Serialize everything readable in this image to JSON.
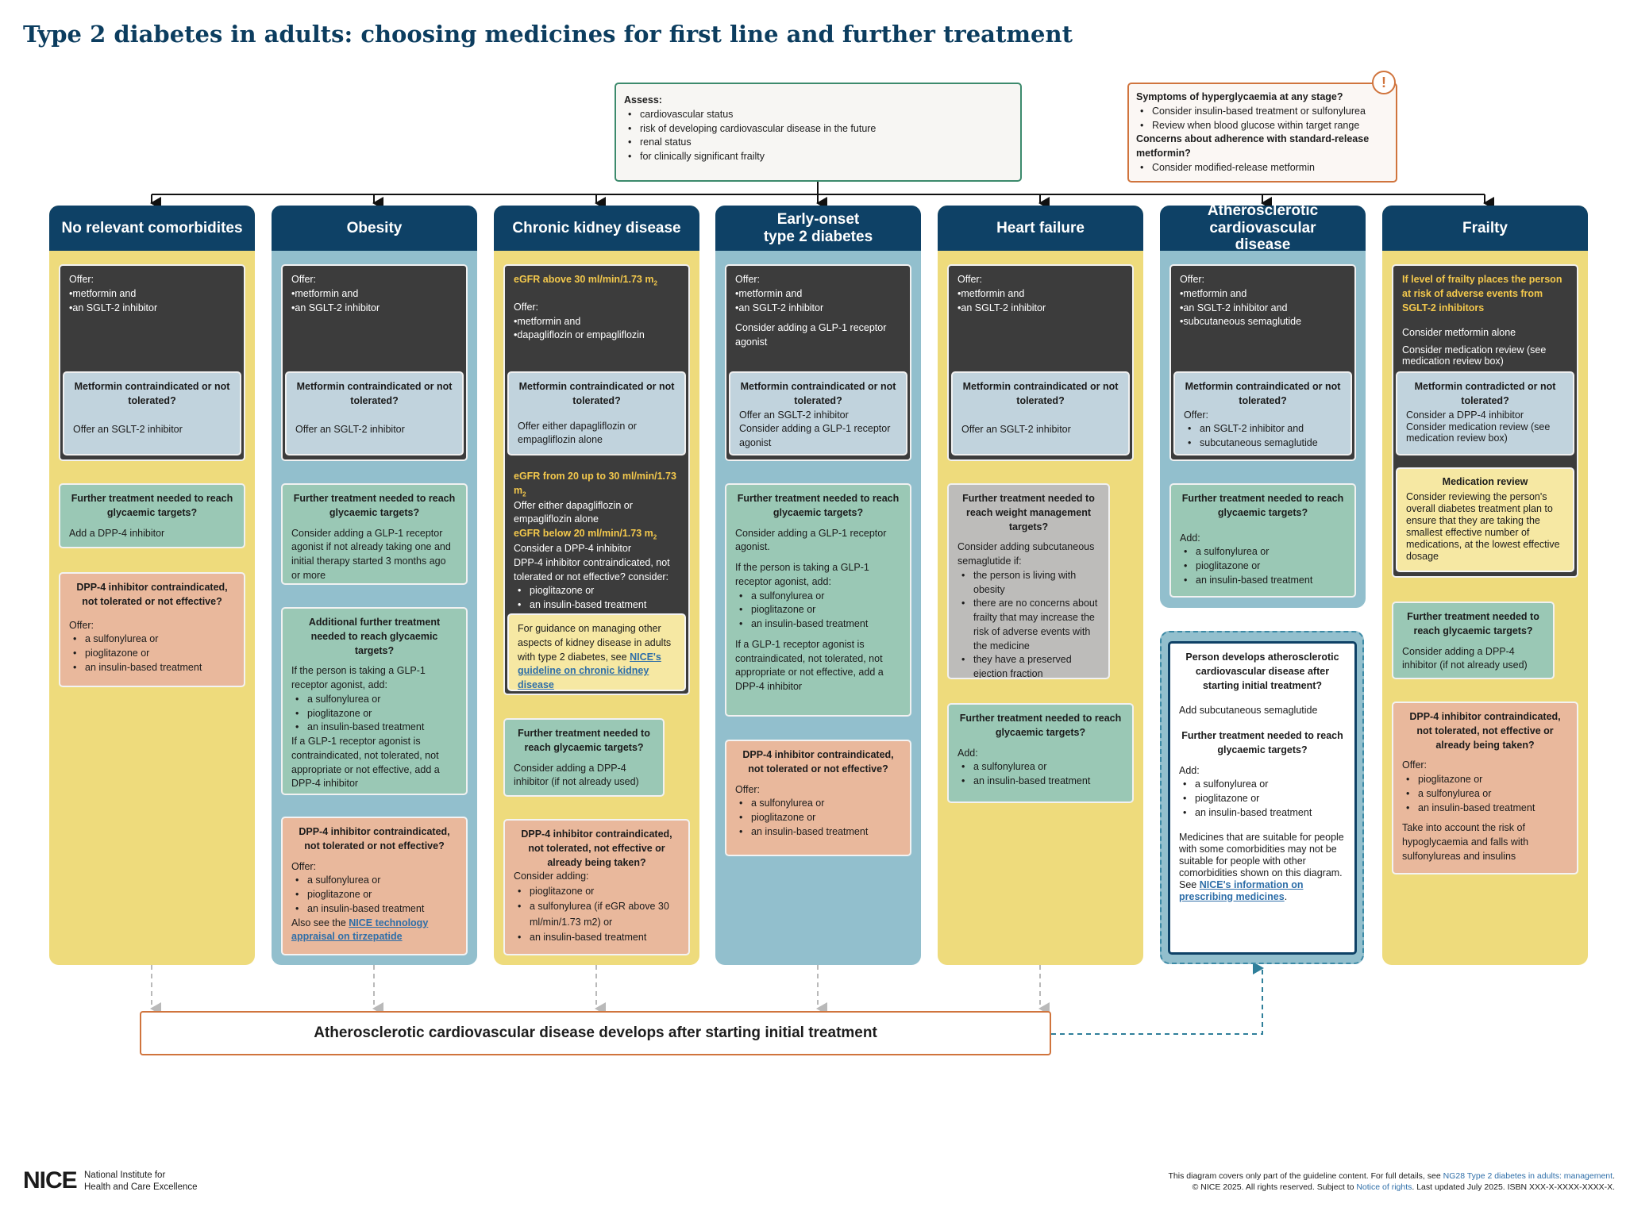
{
  "title": "Type 2 diabetes in adults: choosing medicines for first line and further treatment",
  "assess": {
    "heading": "Assess:",
    "items": [
      "cardiovascular status",
      "risk of developing cardiovascular disease in the future",
      "renal status",
      "for clinically significant frailty"
    ]
  },
  "symptoms": {
    "icon": "!",
    "q1": "Symptoms of hyperglycaemia at any stage?",
    "items1": [
      "Consider insulin-based treatment or sulfonylurea",
      "Review when blood glucose within target range"
    ],
    "q2": "Concerns about adherence with standard-release metformin?",
    "items2": [
      "Consider modified-release metformin"
    ]
  },
  "columns": {
    "c1": {
      "header": "No relevant comorbidites",
      "offer": "Offer:",
      "offer_items": [
        "•metformin and",
        "•an SGLT-2 inhibitor"
      ],
      "contra_q": "Metformin contraindicated or not tolerated?",
      "contra_a": "Offer an SGLT-2 inhibitor",
      "further_q": "Further treatment needed to reach glycaemic targets?",
      "further_a": "Add a DPP-4 inhibitor",
      "dpp_q": "DPP-4 inhibitor contraindicated, not tolerated or not effective?",
      "dpp_offer": "Offer:",
      "dpp_items": [
        "a sulfonylurea or",
        "pioglitazone or",
        "an insulin-based treatment"
      ]
    },
    "c2": {
      "header": "Obesity",
      "offer": "Offer:",
      "offer_items": [
        "•metformin and",
        "•an SGLT-2 inhibitor"
      ],
      "contra_q": "Metformin contraindicated or not tolerated?",
      "contra_a": "Offer an SGLT-2 inhibitor",
      "further_q": "Further treatment needed to reach glycaemic targets?",
      "further_a": "Consider adding a GLP-1 receptor agonist if not already taking one and initial therapy started 3 months ago or more",
      "add_q": "Additional further treatment needed to reach glycaemic targets?",
      "add_a": "If the person is taking a GLP-1 receptor agonist, add:",
      "add_items": [
        "a sulfonylurea or",
        "pioglitazone or",
        "an insulin-based treatment"
      ],
      "add_b": "If a GLP-1 receptor agonist is contraindicated, not tolerated, not appropriate or not effective, add a DPP-4 inhibitor",
      "dpp_q": "DPP-4 inhibitor contraindicated, not tolerated or not effective?",
      "dpp_offer": "Offer:",
      "dpp_items": [
        "a sulfonylurea or",
        "pioglitazone or",
        "an insulin-based treatment"
      ],
      "see_also": "Also see the ",
      "see_link": "NICE technology appraisal on tirzepatide"
    },
    "c3": {
      "header": "Chronic kidney disease",
      "egfr1": "eGFR above 30 ml/min/1.73 m",
      "offer": "Offer:",
      "offer_items": [
        "•metformin and",
        "•dapagliflozin or empagliflozin"
      ],
      "contra_q": "Metformin contraindicated or not tolerated?",
      "contra_a": "Offer either dapagliflozin or empagliflozin alone",
      "egfr2": "eGFR from 20 up to 30 ml/min/1.73 m",
      "egfr2_a": "Offer either dapagliflozin or empagliflozin alone",
      "egfr3": "eGFR below 20 ml/min/1.73 m",
      "egfr3_a": "Consider a DPP-4 inhibitor",
      "egfr3_b": "DPP-4 inhibitor contraindicated, not tolerated or not effective? consider:",
      "egfr3_items": [
        "pioglitazone or",
        "an insulin-based treatment"
      ],
      "guid": "For guidance on managing other aspects of kidney disease in adults with type 2 diabetes, see ",
      "guid_link": "NICE's guideline on chronic kidney disease",
      "further_q": "Further treatment needed to reach glycaemic targets?",
      "further_a": "Consider adding a DPP-4 inhibitor (if not already used)",
      "dpp_q": "DPP-4 inhibitor contraindicated, not tolerated, not effective or already being taken?",
      "dpp_a": "Consider adding:",
      "dpp_items": [
        "pioglitazone or",
        "a sulfonylurea (if eGR above 30 ml/min/1.73 m2) or",
        "an insulin-based treatment"
      ]
    },
    "c4": {
      "header": "Early-onset type 2 diabetes",
      "offer": "Offer:",
      "offer_items": [
        "•metformin and",
        "•an SGLT-2 inhibitor"
      ],
      "offer_b": "Consider adding a GLP-1 receptor agonist",
      "contra_q": "Metformin contraindicated or not tolerated?",
      "contra_a": "Offer an SGLT-2 inhibitor",
      "contra_b": "Consider adding a GLP-1 receptor agonist",
      "further_q": "Further treatment needed to reach glycaemic targets?",
      "further_a": "Consider adding a GLP-1 receptor agonist.",
      "further_b": "If the person is taking a GLP-1 receptor agonist, add:",
      "further_items": [
        "a sulfonylurea or",
        "pioglitazone or",
        "an insulin-based treatment"
      ],
      "further_c": "If a GLP-1 receptor agonist is contraindicated, not tolerated, not appropriate or not effective, add a DPP-4 inhibitor",
      "dpp_q": "DPP-4 inhibitor contraindicated, not tolerated or not effective?",
      "dpp_offer": "Offer:",
      "dpp_items": [
        "a sulfonylurea or",
        "pioglitazone or",
        "an insulin-based treatment"
      ]
    },
    "c5": {
      "header": "Heart failure",
      "offer": "Offer:",
      "offer_items": [
        "•metformin and",
        "•an SGLT-2 inhibitor"
      ],
      "contra_q": "Metformin contraindicated or not tolerated?",
      "contra_a": "Offer an SGLT-2 inhibitor",
      "weight_q": "Further treatment needed to reach weight management targets?",
      "weight_a": "Consider adding subcutaneous semaglutide if:",
      "weight_items": [
        "the person is living with obesity",
        "there are no concerns about frailty that may increase the risk of adverse events with the medicine",
        "they have a preserved ejection fraction"
      ],
      "further_q": "Further treatment needed to reach glycaemic targets?",
      "further_a": "Add:",
      "further_items": [
        "a sulfonylurea or",
        "an insulin-based treatment"
      ]
    },
    "c6": {
      "header": "Atherosclerotic cardiovascular disease",
      "offer": "Offer:",
      "offer_items": [
        "•metformin and",
        "•an SGLT-2 inhibitor and",
        "•subcutaneous semaglutide"
      ],
      "contra_q": "Metformin contraindicated or not tolerated?",
      "contra_a": "Offer:",
      "contra_items": [
        "an SGLT-2 inhibitor and",
        "subcutaneous semaglutide"
      ],
      "further_q": "Further treatment needed to reach glycaemic targets?",
      "further_a": "Add:",
      "further_items": [
        "a sulfonylurea or",
        "pioglitazone or",
        "an insulin-based treatment"
      ]
    },
    "c7": {
      "header": "Frailty",
      "warn": "If level of frailty places the person at risk of adverse events from SGLT-2 inhibitors",
      "a1": "Consider metformin alone",
      "a2": "Consider medication review (see medication review box)",
      "contra_q": "Metformin contradicted or not tolerated?",
      "contra_a": "Consider a DPP-4 inhibitor",
      "contra_b": "Consider medication review (see medication review box)",
      "review_q": "Medication review",
      "review_a": "Consider reviewing the person's overall diabetes treatment plan to ensure that they are taking the smallest effective number of medications, at the lowest effective dosage",
      "further_q": "Further treatment needed to reach glycaemic targets?",
      "further_a": "Consider adding a DPP-4 inhibitor (if not already used)",
      "dpp_q": "DPP-4 inhibitor contraindicated, not tolerated, not effective or already being taken?",
      "dpp_offer": "Offer:",
      "dpp_items": [
        "pioglitazone or",
        "a sulfonylurea or",
        "an insulin-based treatment"
      ],
      "dpp_b": "Take into account the risk of hypoglycaemia and falls with sulfonylureas and insulins"
    }
  },
  "ascvd_panel": {
    "q1": "Person develops atherosclerotic cardiovascular disease after starting initial treatment?",
    "a1": "Add subcutaneous semaglutide",
    "q2": "Further treatment needed to reach glycaemic targets?",
    "a2": "Add:",
    "items": [
      "a sulfonylurea or",
      "pioglitazone or",
      "an insulin-based treatment"
    ],
    "note": "Medicines that are suitable for people with some comorbidities may not be suitable for people with other comorbidities shown on this diagram. See ",
    "note_link": "NICE's information on prescribing medicines",
    "note_end": "."
  },
  "bottom_bar": "Atherosclerotic cardiovascular disease develops after starting initial treatment",
  "footer": {
    "logo": "NICE",
    "logo_sub1": "National Institute for",
    "logo_sub2": "Health and Care Excellence",
    "line1": "This diagram covers only part of the guideline content. For full details, see ",
    "line1_link": "NG28 Type 2 diabetes in adults: management",
    "line1_end": ".",
    "line2": "© NICE 2025. All rights reserved. Subject to ",
    "line2_link": "Notice of rights",
    "line2_end": ". Last updated July 2025. ISBN XXX-X-XXXX-XXXX-X."
  },
  "colors": {
    "navy": "#0e4166",
    "yellow": "#eedb7c",
    "blue": "#92bfcd",
    "green": "#9ac8b5",
    "pink": "#e9b89c",
    "orange": "#d0743d"
  }
}
